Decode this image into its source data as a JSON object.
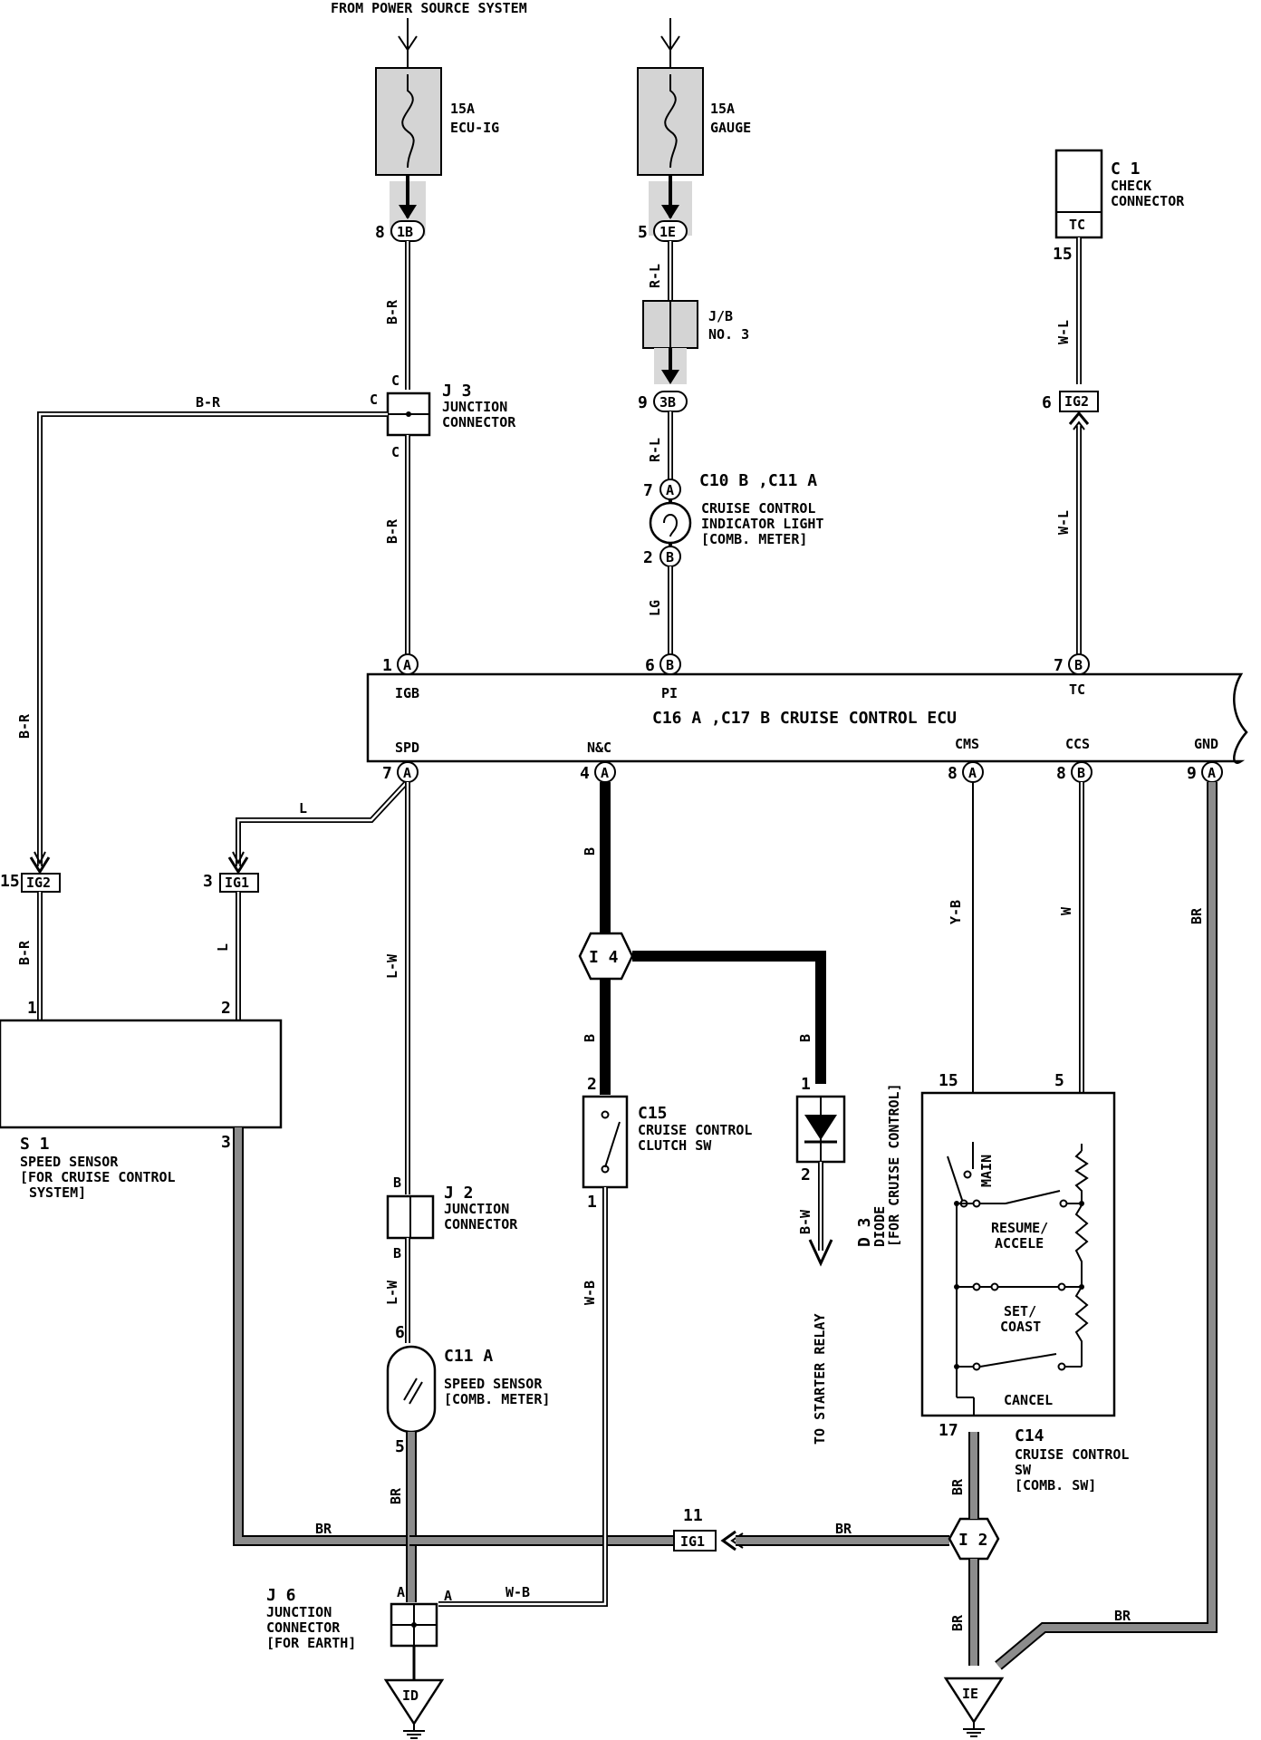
{
  "header": {
    "top_label": "FROM POWER SOURCE SYSTEM"
  },
  "fuses": [
    {
      "amps": "15A",
      "name": "ECU-IG"
    },
    {
      "amps": "15A",
      "name": "GAUGE"
    }
  ],
  "connectors": {
    "one_b": {
      "pin": "8",
      "code": "1B"
    },
    "one_e": {
      "pin": "5",
      "code": "1E"
    },
    "three_b": {
      "pin": "9",
      "code": "3B"
    },
    "ig2_top": {
      "pin": "6",
      "code": "IG2"
    },
    "ig2_left": {
      "pin": "15",
      "code": "IG2"
    },
    "ig1_left": {
      "pin": "3",
      "code": "IG1"
    },
    "ig1_bottom": {
      "pin": "11",
      "code": "IG1"
    }
  },
  "jb3": {
    "label1": "J/B",
    "label2": "NO. 3"
  },
  "check_connector": {
    "id": "C 1",
    "line1": "CHECK",
    "line2": "CONNECTOR",
    "terminal": "TC",
    "pin": "15"
  },
  "j3": {
    "id": "J 3",
    "line1": "JUNCTION",
    "line2": "CONNECTOR",
    "term": "C"
  },
  "indicator": {
    "ref": "C10 B ,C11 A",
    "line1": "CRUISE CONTROL",
    "line2": "INDICATOR LIGHT",
    "line3": "[COMB. METER]",
    "pin_top": "7",
    "pin_top_code": "A",
    "pin_bot": "2",
    "pin_bot_code": "B"
  },
  "wires": {
    "br_r": "B-R",
    "r_l": "R-L",
    "lg": "LG",
    "w_l": "W-L",
    "l": "L",
    "l_w": "L-W",
    "b": "B",
    "y_b": "Y-B",
    "w": "W",
    "br": "BR",
    "w_b": "W-B",
    "b_w": "B-W"
  },
  "ecu": {
    "title": "C16 A ,C17 B  CRUISE CONTROL ECU",
    "top_terms": [
      {
        "pin": "1",
        "code": "A",
        "name": "IGB"
      },
      {
        "pin": "6",
        "code": "B",
        "name": "PI"
      },
      {
        "pin": "7",
        "code": "B",
        "name": "TC"
      }
    ],
    "bottom_terms": [
      {
        "pin": "7",
        "code": "A",
        "name": "SPD"
      },
      {
        "pin": "4",
        "code": "A",
        "name": "N&C"
      },
      {
        "pin": "8",
        "code": "A",
        "name": "CMS"
      },
      {
        "pin": "8",
        "code": "B",
        "name": "CCS"
      },
      {
        "pin": "9",
        "code": "A",
        "name": "GND"
      }
    ]
  },
  "speed_sensor_s1": {
    "id": "S 1",
    "line1": "SPEED SENSOR",
    "line2": "[FOR CRUISE CONTROL",
    "line3": "SYSTEM]",
    "pins": [
      "1",
      "2",
      "3"
    ]
  },
  "j2": {
    "id": "J 2",
    "line1": "JUNCTION",
    "line2": "CONNECTOR",
    "term": "B"
  },
  "meter_speed_sensor": {
    "ref": "C11 A",
    "line1": "SPEED SENSOR",
    "line2": "[COMB. METER]",
    "pin_top": "6",
    "pin_bot": "5"
  },
  "i4": {
    "label": "I 4"
  },
  "i2": {
    "label": "I 2"
  },
  "clutch_sw": {
    "id": "C15",
    "line1": "CRUISE CONTROL",
    "line2": "CLUTCH SW",
    "pin_top": "2",
    "pin_bot": "1"
  },
  "diode": {
    "id": "D 3",
    "line1": "DIODE",
    "line2": "[FOR CRUISE CONTROL]",
    "pin_top": "1",
    "pin_bot": "2"
  },
  "starter": "TO STARTER RELAY",
  "cruise_sw": {
    "id": "C14",
    "line1": "CRUISE CONTROL",
    "line2": "SW",
    "line3": "[COMB. SW]",
    "pin_a": "15",
    "pin_b": "5",
    "pin_c": "17",
    "main": "MAIN",
    "resume1": "RESUME/",
    "resume2": "ACCELE",
    "set1": "SET/",
    "set2": "COAST",
    "cancel": "CANCEL"
  },
  "j6": {
    "id": "J 6",
    "line1": "JUNCTION",
    "line2": "CONNECTOR",
    "line3": "[FOR EARTH]",
    "term": "A"
  },
  "grounds": {
    "id": "ID",
    "ie": "IE"
  }
}
